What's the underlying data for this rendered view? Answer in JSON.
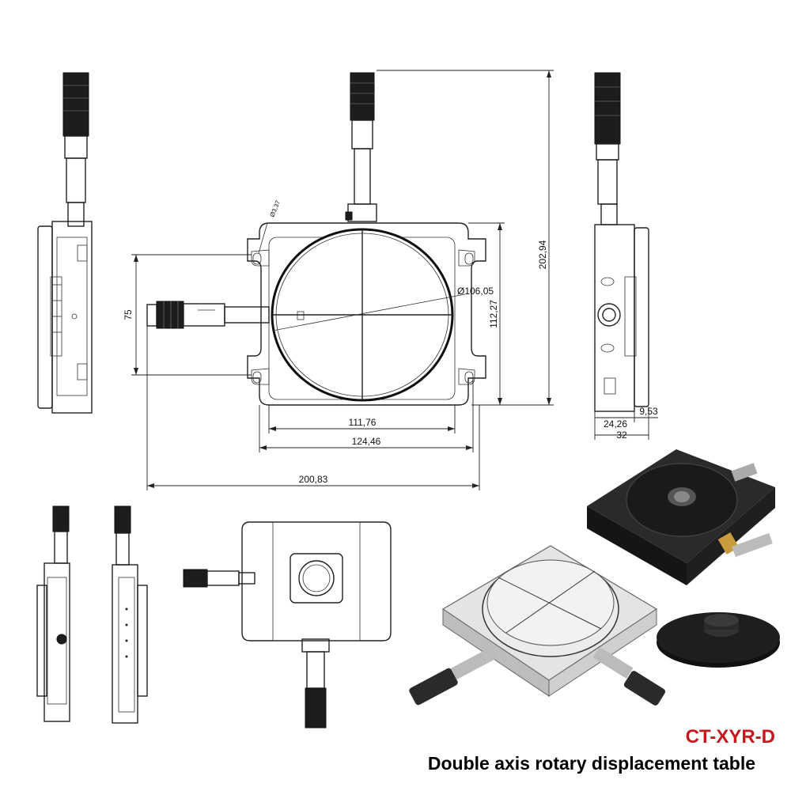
{
  "dimensions": {
    "overall_height": "202,94",
    "overall_width": "200,83",
    "base_width": "124,46",
    "top_width": "111,76",
    "slot_height": "112,27",
    "mount_spacing": "75",
    "table_diameter": "Ø106,05",
    "hole_diameter": "Ø3,37",
    "side_thickness": "24,26",
    "side_offset": "9,53",
    "total_thickness": "32"
  },
  "product": {
    "model_code": "CT-XYR-D",
    "caption": "Double axis rotary displacement table"
  },
  "colors": {
    "model_code": "#c8171d",
    "line": "#222222",
    "stage_body": "#1c1c1c",
    "brass_clamp": "#c89b3c"
  }
}
